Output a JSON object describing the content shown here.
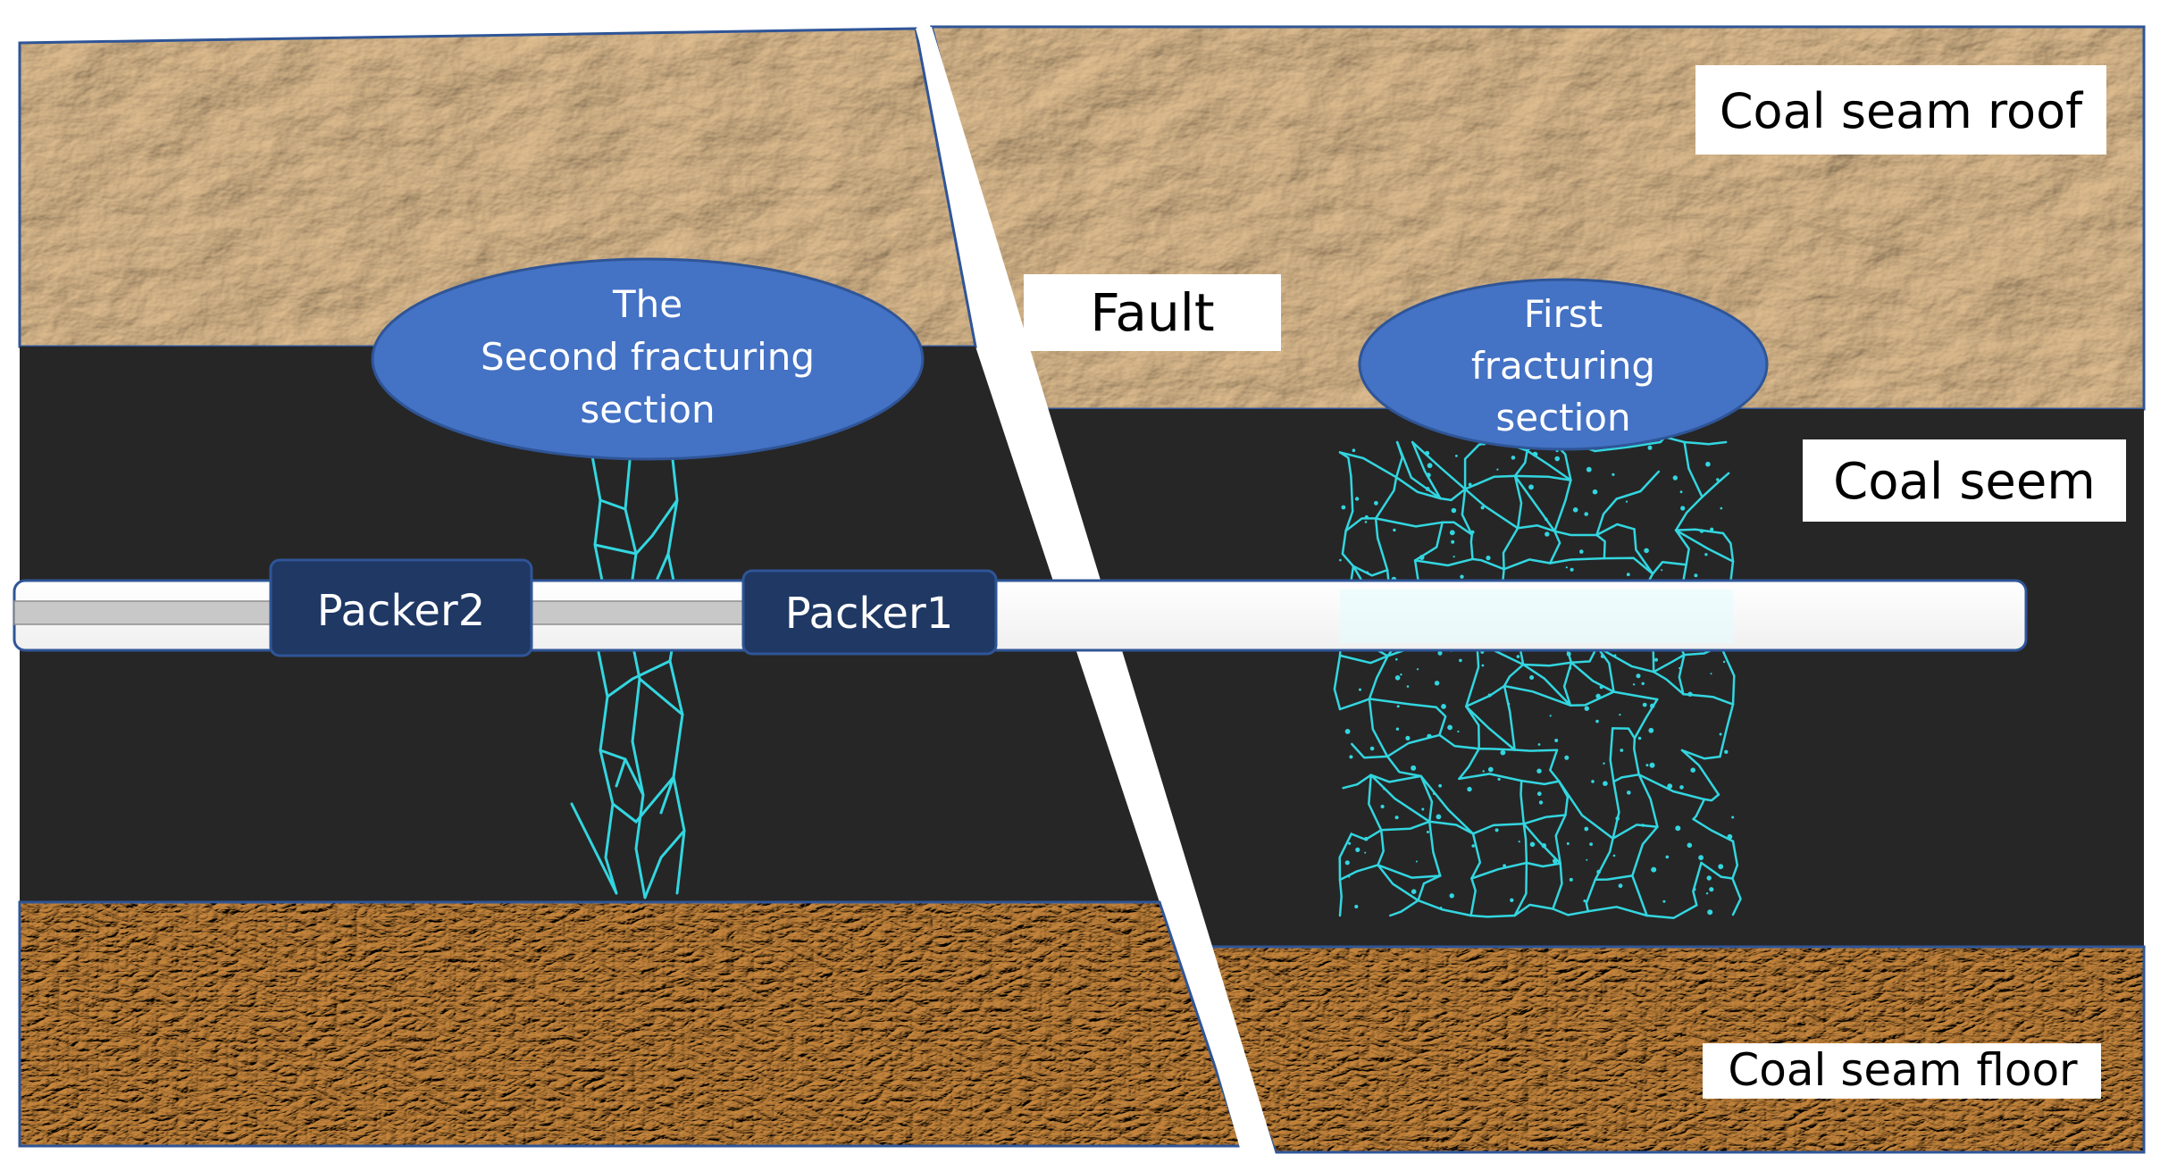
{
  "labels": {
    "roof": "Coal seam roof",
    "fault": "Fault",
    "seam": "Coal seem",
    "floor": "Coal seam floor",
    "packer2": "Packer2",
    "packer1": "Packer1"
  },
  "ellipses": {
    "second": [
      "The",
      "Second fracturing",
      "section"
    ],
    "first": [
      "First",
      "fracturing",
      "section"
    ]
  },
  "colors": {
    "roof_rock": "#c9a676",
    "floor_rock": "#b07432",
    "coal": "#262626",
    "ellipse": "#4472c4",
    "packer": "#1f3864",
    "fracture": "#33d6e0",
    "pipe_core": "#c8c8c8",
    "border": "#2f5597"
  }
}
